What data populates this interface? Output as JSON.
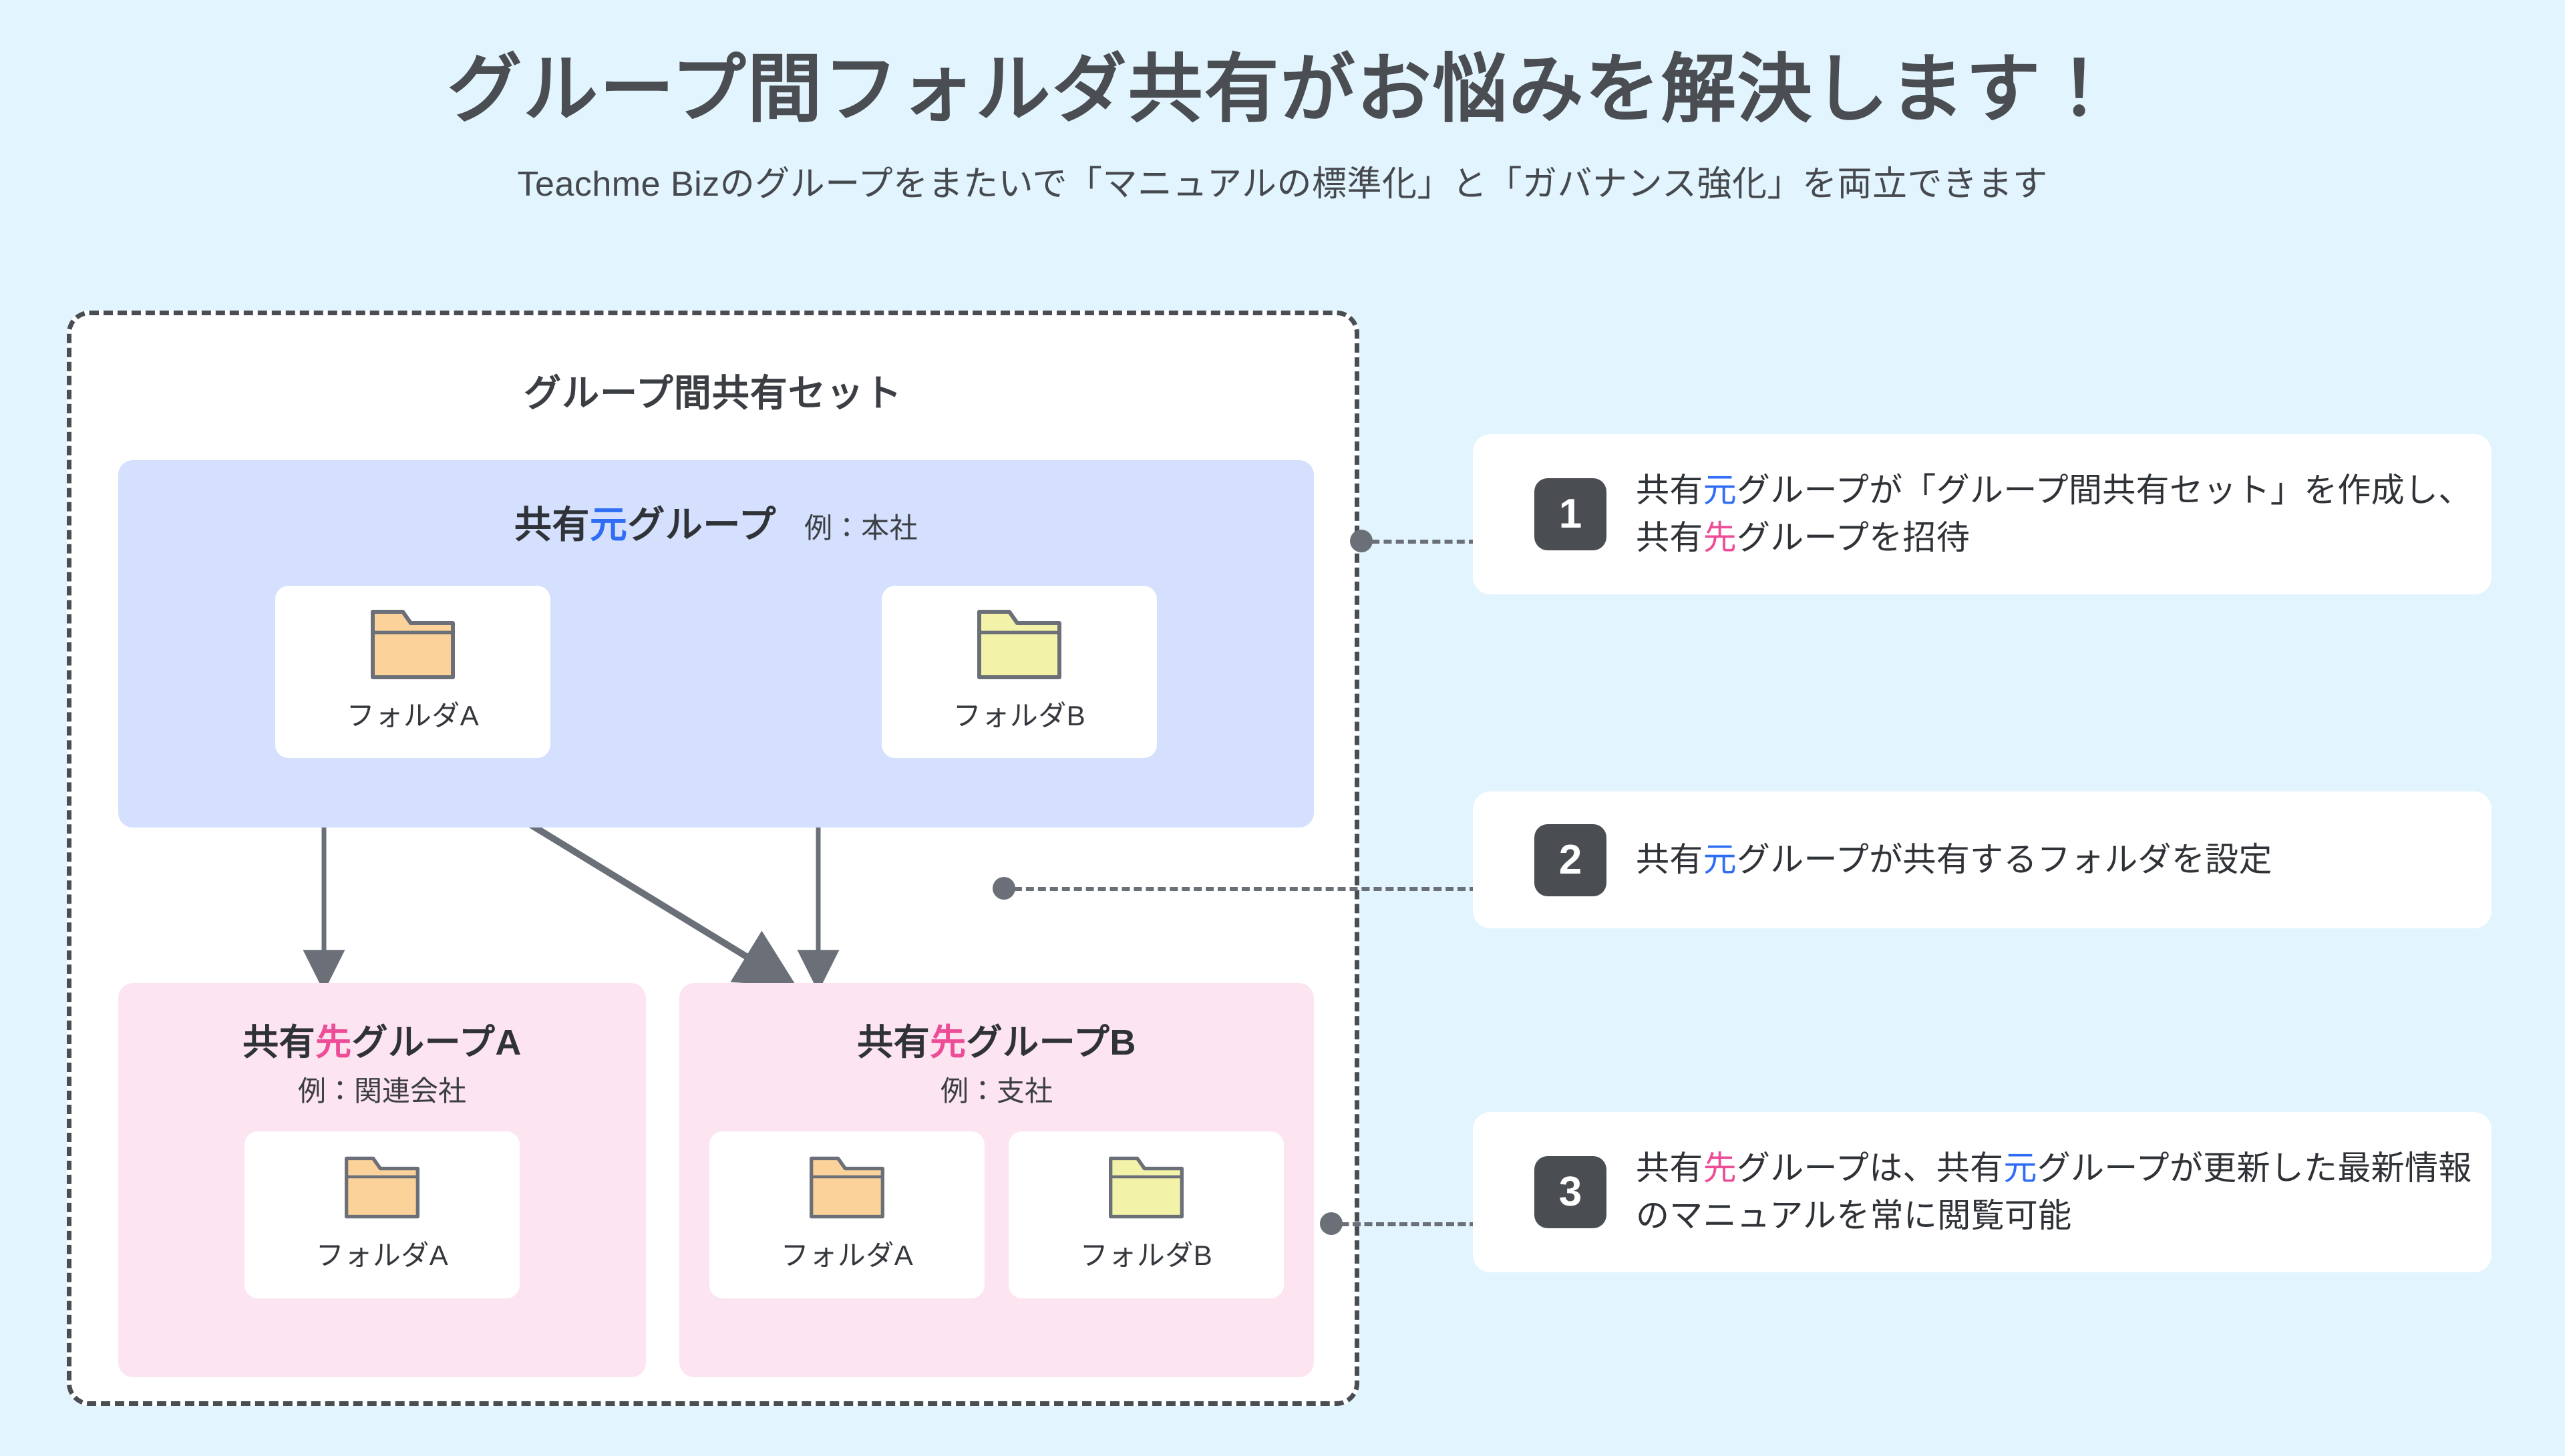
{
  "header": {
    "title": "グループ間フォルダ共有がお悩みを解決します！",
    "subtitle": "Teachme Bizのグループをまたいで「マニュアルの標準化」と「ガバナンス強化」を両立できます"
  },
  "colors": {
    "page_background": "#e2f4fd",
    "source_group_fill": "#d4e0fd",
    "destination_group_fill": "#fde4f1",
    "source_highlight": "#2f6df6",
    "destination_highlight": "#ec4d96",
    "badge": "#4a4d52",
    "folder_orange": "#fbd39a",
    "folder_yellow": "#f2f2a8",
    "folder_outline": "#6b6f78",
    "arrow": "#6b6f78"
  },
  "share_set": {
    "title": "グループ間共有セット",
    "source_group": {
      "title_prefix": "共有",
      "title_highlight": "元",
      "title_suffix": "グループ",
      "example": "例：本社",
      "folders": [
        {
          "label": "フォルダA",
          "color": "orange"
        },
        {
          "label": "フォルダB",
          "color": "yellow"
        }
      ]
    },
    "destination_groups": [
      {
        "title_prefix": "共有",
        "title_highlight": "先",
        "title_suffix": "グループA",
        "example": "例：関連会社",
        "folders": [
          {
            "label": "フォルダA",
            "color": "orange"
          }
        ]
      },
      {
        "title_prefix": "共有",
        "title_highlight": "先",
        "title_suffix": "グループB",
        "example": "例：支社",
        "folders": [
          {
            "label": "フォルダA",
            "color": "orange"
          },
          {
            "label": "フォルダB",
            "color": "yellow"
          }
        ]
      }
    ]
  },
  "steps": [
    {
      "number": "1",
      "text": "共有元グループが「グループ間共有セット」を作成し、共有先グループを招待",
      "segments": [
        {
          "t": "共有",
          "hl": null
        },
        {
          "t": "元",
          "hl": "source"
        },
        {
          "t": "グループが「グループ間共有セット」を作成し、共有",
          "hl": null
        },
        {
          "t": "先",
          "hl": "destination"
        },
        {
          "t": "グループを招待",
          "hl": null
        }
      ]
    },
    {
      "number": "2",
      "text": "共有元グループが共有するフォルダを設定",
      "segments": [
        {
          "t": "共有",
          "hl": null
        },
        {
          "t": "元",
          "hl": "source"
        },
        {
          "t": "グループが共有するフォルダを設定",
          "hl": null
        }
      ]
    },
    {
      "number": "3",
      "text": "共有先グループは、共有元グループが更新した最新情報のマニュアルを常に閲覧可能",
      "segments": [
        {
          "t": "共有",
          "hl": null
        },
        {
          "t": "先",
          "hl": "destination"
        },
        {
          "t": "グループは、共有",
          "hl": null
        },
        {
          "t": "元",
          "hl": "source"
        },
        {
          "t": "グループが更新した最新情報のマニュアルを常に閲覧可能",
          "hl": null
        }
      ]
    }
  ],
  "icons": {
    "folder": "folder-icon",
    "arrow": "arrow-down-icon",
    "connector_dot": "connector-dot-icon"
  }
}
